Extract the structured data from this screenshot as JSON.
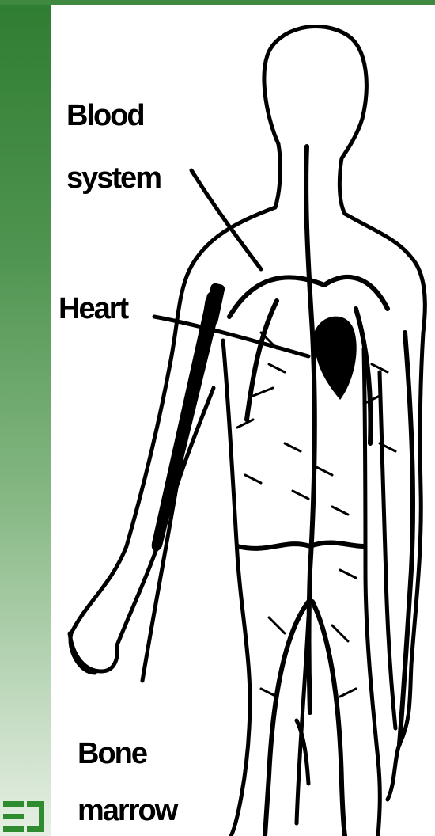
{
  "labels": {
    "blood": "Blood",
    "system": "system",
    "heart": "Heart",
    "bone": "Bone",
    "marrow": "marrow"
  },
  "colors": {
    "sidebar_top": "#2f7d32",
    "sidebar_bottom": "#e6efe4",
    "ink": "#000000",
    "logo_green": "#2e8b2e"
  },
  "icons": {
    "logo": "bracket-logo-icon"
  }
}
